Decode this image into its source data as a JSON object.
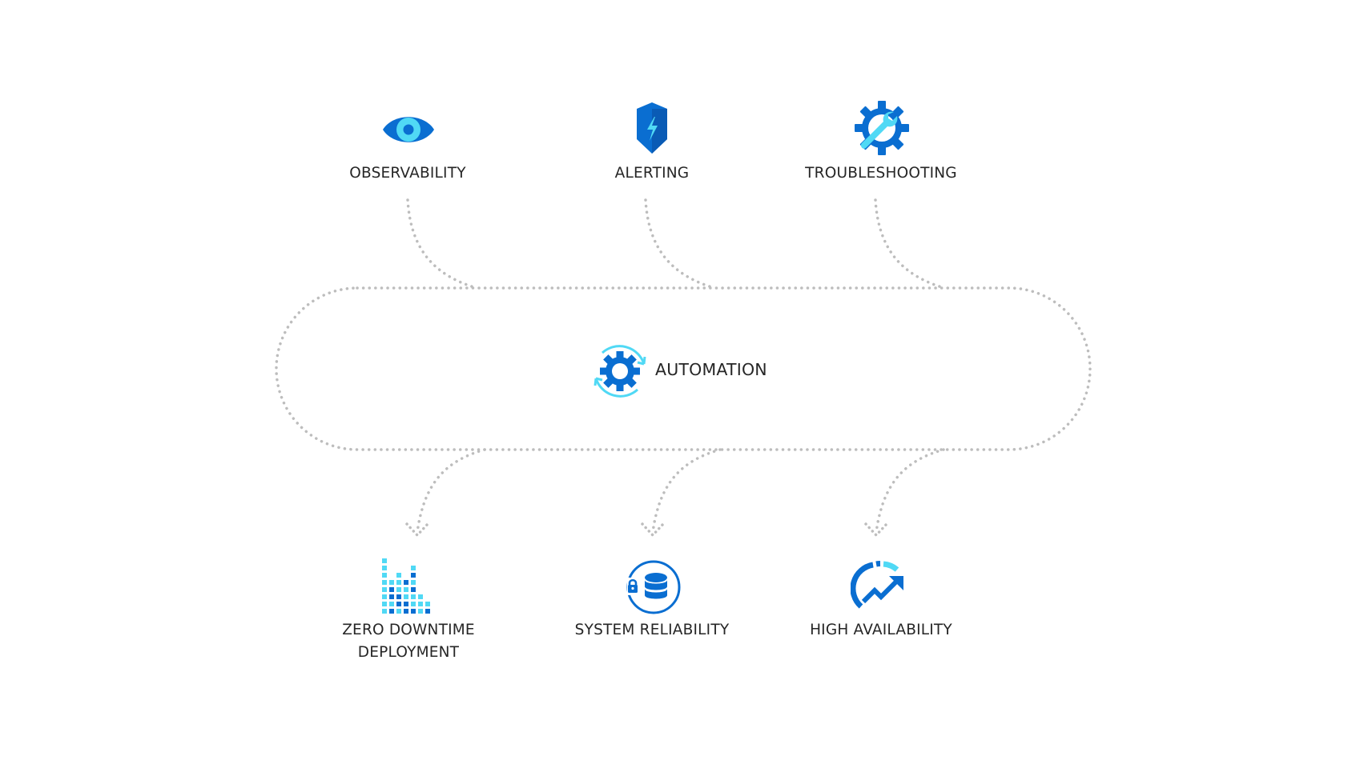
{
  "diagram": {
    "inputs": [
      {
        "label": "OBSERVABILITY",
        "icon": "eye-icon"
      },
      {
        "label": "ALERTING",
        "icon": "shield-lightning-icon"
      },
      {
        "label": "TROUBLESHOOTING",
        "icon": "gear-wrench-icon"
      }
    ],
    "hub": {
      "label": "AUTOMATION",
      "icon": "gear-cycle-icon"
    },
    "outputs": [
      {
        "label_line1": "ZERO DOWNTIME",
        "label_line2": "DEPLOYMENT",
        "icon": "bar-grid-icon"
      },
      {
        "label": "SYSTEM RELIABILITY",
        "icon": "database-lock-icon"
      },
      {
        "label": "HIGH AVAILABILITY",
        "icon": "gauge-trend-icon"
      }
    ],
    "colors": {
      "primary": "#0a6ed1",
      "accent": "#50d9f5",
      "dots": "#bdbdbd",
      "text": "#262626"
    }
  }
}
